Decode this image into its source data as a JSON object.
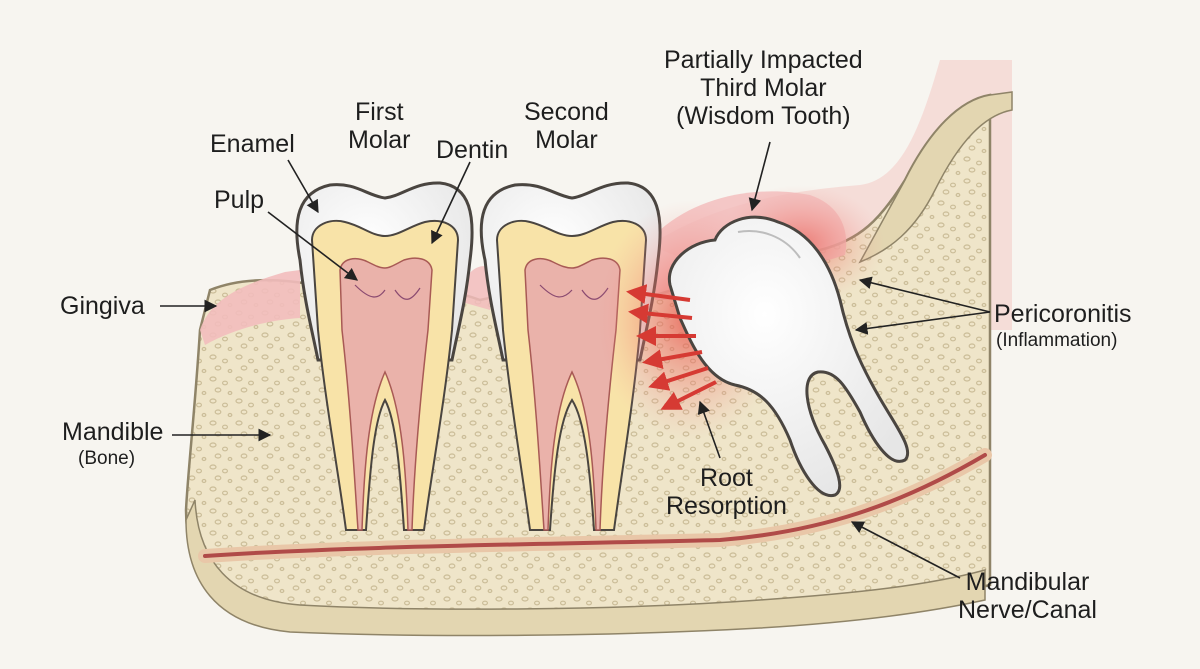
{
  "labels": {
    "enamel": "Enamel",
    "first_molar": [
      "First",
      "Molar"
    ],
    "dentin": "Dentin",
    "second_molar": [
      "Second",
      "Molar"
    ],
    "third_molar": [
      "Partially Impacted",
      "Third Molar",
      "(Wisdom Tooth)"
    ],
    "pulp": "Pulp",
    "gingiva": "Gingiva",
    "pericoronitis": "Pericoronitis",
    "pericoronitis_note": "(Inflammation)",
    "mandible": "Mandible",
    "mandible_note": "(Bone)",
    "root_resorption": [
      "Root",
      "Resorption"
    ],
    "nerve": [
      "Mandibular",
      "Nerve/Canal"
    ]
  },
  "colors": {
    "background": "#f7f5f0",
    "bone": "#efe5c9",
    "bone_cortex": "#e3d6b1",
    "enamel": "#fbfbfb",
    "dentin": "#f8e3a8",
    "pulp": "#eab2aa",
    "gingiva": "#f2bcbc",
    "inflammation": "#e6463f",
    "nerve": "#b04a48",
    "outline": "#4a4540"
  }
}
